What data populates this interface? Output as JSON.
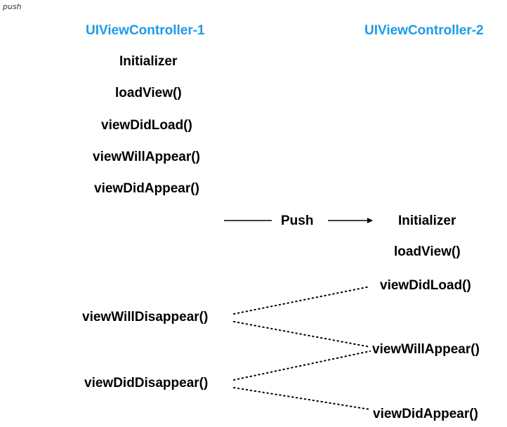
{
  "caption": "push",
  "colors": {
    "title": "#1b9be8",
    "text": "#000000"
  },
  "vc1": {
    "title": "UIViewController-1",
    "initializer": "Initializer",
    "load_view": "loadView()",
    "view_did_load": "viewDidLoad()",
    "view_will_appear": "viewWillAppear()",
    "view_did_appear": "viewDidAppear()",
    "view_will_disappear": "viewWillDisappear()",
    "view_did_disappear": "viewDidDisappear()"
  },
  "vc2": {
    "title": "UIViewController-2",
    "initializer": "Initializer",
    "load_view": "loadView()",
    "view_did_load": "viewDidLoad()",
    "view_will_appear": "viewWillAppear()",
    "view_did_appear": "viewDidAppear()"
  },
  "transition": {
    "label": "Push"
  }
}
